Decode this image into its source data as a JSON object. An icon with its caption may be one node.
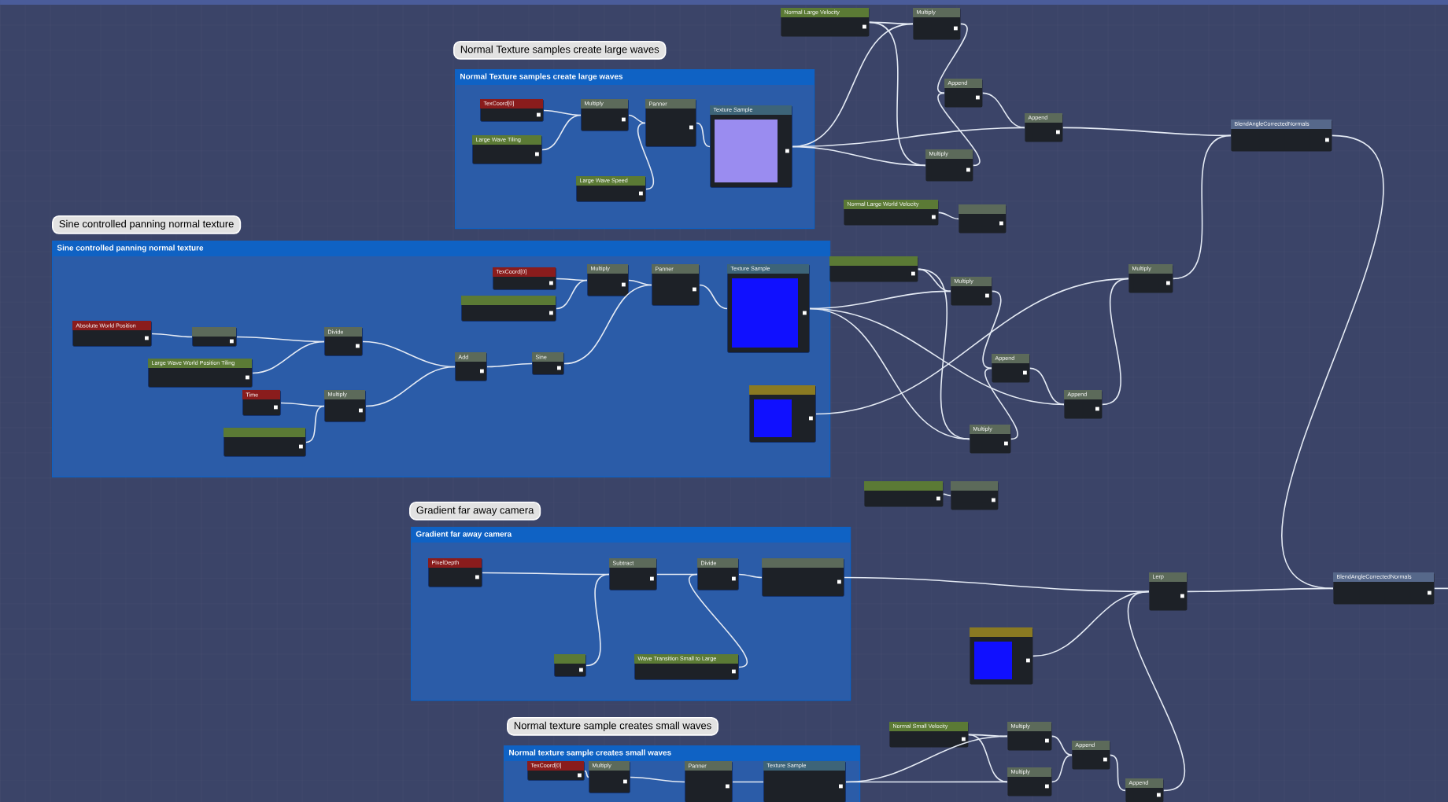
{
  "diagram": {
    "nodes": [
      {
        "text": [
          "Normal Texture samples create large waves",
          "Normal Texture samples create large waves"
        ]
      },
      {
        "text": [
          "TexCoord[0]"
        ],
        "in": 0
      },
      {
        "text": [
          "Multiply"
        ],
        "in": 0
      },
      {
        "text": [
          "Large Wave Tiling"
        ],
        "in": 0
      },
      {
        "text": [
          "Panner"
        ],
        "in": 0
      },
      {
        "text": [
          "Large Wave Speed"
        ],
        "in": 0
      },
      {
        "text": [
          "Texture Sample"
        ],
        "in": 0
      },
      {
        "text": [
          "Normal Large Velocity"
        ]
      },
      {
        "text": [
          "Multiply"
        ]
      },
      {
        "text": [
          "Append"
        ]
      },
      {
        "text": [
          "Multiply"
        ]
      },
      {
        "text": [
          "Append"
        ]
      },
      {
        "text": [
          "BlendAngleCorrectedNormals"
        ]
      },
      {
        "text": [
          "Normal Large World Velocity"
        ]
      },
      {
        "text": [],
        "shape": "box"
      },
      {
        "text": [
          "Sine controlled panning normal texture",
          "Sine controlled panning normal texture"
        ]
      },
      {
        "text": [
          "Absolute World Position"
        ],
        "in": 15
      },
      {
        "text": [],
        "shape": "box",
        "in": 15
      },
      {
        "text": [
          "Divide"
        ],
        "in": 15
      },
      {
        "text": [
          "Large Wave World Position Tiling"
        ],
        "in": 15
      },
      {
        "text": [
          "Time"
        ],
        "in": 15
      },
      {
        "text": [
          "Multiply"
        ],
        "in": 15
      },
      {
        "text": [],
        "shape": "box",
        "in": 15
      },
      {
        "text": [
          "Add"
        ],
        "in": 15
      },
      {
        "text": [
          "Sine"
        ],
        "in": 15
      },
      {
        "text": [
          "TexCoord[0]"
        ],
        "in": 15
      },
      {
        "text": [],
        "shape": "box",
        "in": 15
      },
      {
        "text": [
          "Multiply"
        ],
        "in": 15
      },
      {
        "text": [
          "Panner"
        ],
        "in": 15
      },
      {
        "text": [
          "Texture Sample"
        ],
        "in": 15
      },
      {
        "text": [],
        "shape": "box",
        "in": 15
      },
      {
        "text": [],
        "shape": "box"
      },
      {
        "text": [
          "Multiply"
        ]
      },
      {
        "text": [
          "Append"
        ]
      },
      {
        "text": [
          "Append"
        ]
      },
      {
        "text": [
          "Multiply"
        ]
      },
      {
        "text": [
          "Multiply"
        ]
      },
      {
        "text": [],
        "shape": "box"
      },
      {
        "text": [],
        "shape": "box"
      },
      {
        "text": [
          "Gradient far away camera",
          "Gradient far away camera"
        ]
      },
      {
        "text": [
          "PixelDepth"
        ],
        "in": 39
      },
      {
        "text": [
          "Subtract"
        ],
        "in": 39
      },
      {
        "text": [
          "Divide"
        ],
        "in": 39
      },
      {
        "text": [],
        "shape": "box",
        "in": 39
      },
      {
        "text": [],
        "shape": "box",
        "in": 39
      },
      {
        "text": [
          "Wave Transition Small to Large"
        ],
        "in": 39
      },
      {
        "text": [],
        "shape": "box"
      },
      {
        "text": [
          "Lerp"
        ]
      },
      {
        "text": [
          "BlendAngleCorrectedNormals"
        ]
      },
      {
        "text": [
          "Normal texture sample creates small waves",
          "Normal texture sample creates small waves"
        ]
      },
      {
        "text": [
          "TexCoord[0]"
        ],
        "in": 49
      },
      {
        "text": [
          "Multiply"
        ],
        "in": 49
      },
      {
        "text": [
          "Panner"
        ],
        "in": 49
      },
      {
        "text": [
          "Texture Sample"
        ],
        "in": 49
      },
      {
        "text": [
          "Normal Small Velocity"
        ]
      },
      {
        "text": [
          "Multiply"
        ]
      },
      {
        "text": [
          "Multiply"
        ]
      },
      {
        "text": [
          "Append"
        ]
      },
      {
        "text": [
          "Append"
        ]
      }
    ],
    "edges": [
      {
        "from": 1,
        "to": 2,
        "arrow": "none"
      },
      {
        "from": 3,
        "to": 2,
        "arrow": "none"
      },
      {
        "from": 2,
        "to": 4,
        "arrow": "none"
      },
      {
        "from": 5,
        "to": 4,
        "arrow": "none"
      },
      {
        "from": 4,
        "to": 6,
        "arrow": "none"
      },
      {
        "from": 6,
        "to": 8,
        "arrow": "none"
      },
      {
        "from": 6,
        "to": 11,
        "arrow": "none"
      },
      {
        "from": 6,
        "to": 10,
        "arrow": "none"
      },
      {
        "from": 7,
        "to": 8,
        "arrow": "none"
      },
      {
        "from": 7,
        "to": 10,
        "arrow": "none"
      },
      {
        "from": 8,
        "to": 9,
        "arrow": "none"
      },
      {
        "from": 10,
        "to": 9,
        "arrow": "none"
      },
      {
        "from": 9,
        "to": 11,
        "arrow": "none"
      },
      {
        "from": 11,
        "to": 12,
        "arrow": "none"
      },
      {
        "from": 13,
        "to": 14,
        "arrow": "none"
      },
      {
        "from": 16,
        "to": 17,
        "arrow": "none"
      },
      {
        "from": 17,
        "to": 18,
        "arrow": "none"
      },
      {
        "from": 19,
        "to": 18,
        "arrow": "none"
      },
      {
        "from": 18,
        "to": 23,
        "arrow": "none"
      },
      {
        "from": 20,
        "to": 21,
        "arrow": "none"
      },
      {
        "from": 22,
        "to": 21,
        "arrow": "none"
      },
      {
        "from": 21,
        "to": 23,
        "arrow": "none"
      },
      {
        "from": 23,
        "to": 24,
        "arrow": "none"
      },
      {
        "from": 24,
        "to": 28,
        "arrow": "none"
      },
      {
        "from": 25,
        "to": 27,
        "arrow": "none"
      },
      {
        "from": 26,
        "to": 27,
        "arrow": "none"
      },
      {
        "from": 27,
        "to": 28,
        "arrow": "none"
      },
      {
        "from": 28,
        "to": 29,
        "arrow": "none"
      },
      {
        "from": 29,
        "to": 32,
        "arrow": "none"
      },
      {
        "from": 29,
        "to": 35,
        "arrow": "none"
      },
      {
        "from": 29,
        "to": 34,
        "arrow": "none"
      },
      {
        "from": 30,
        "to": 36,
        "arrow": "none"
      },
      {
        "from": 31,
        "to": 32,
        "arrow": "none"
      },
      {
        "from": 31,
        "to": 35,
        "arrow": "none"
      },
      {
        "from": 32,
        "to": 33,
        "arrow": "none"
      },
      {
        "from": 35,
        "to": 33,
        "arrow": "none"
      },
      {
        "from": 33,
        "to": 34,
        "arrow": "none"
      },
      {
        "from": 34,
        "to": 36,
        "arrow": "none"
      },
      {
        "from": 36,
        "to": 12,
        "arrow": "none"
      },
      {
        "from": 37,
        "to": 38,
        "arrow": "none"
      },
      {
        "from": 40,
        "to": 41,
        "arrow": "none"
      },
      {
        "from": 44,
        "to": 41,
        "arrow": "none"
      },
      {
        "from": 41,
        "to": 42,
        "arrow": "none"
      },
      {
        "from": 45,
        "to": 42,
        "arrow": "none"
      },
      {
        "from": 42,
        "to": 43,
        "arrow": "none"
      },
      {
        "from": 43,
        "to": 47,
        "arrow": "none"
      },
      {
        "from": 46,
        "to": 47,
        "arrow": "none"
      },
      {
        "from": 12,
        "to": 48,
        "arrow": "none"
      },
      {
        "from": 47,
        "to": 48,
        "arrow": "none"
      },
      {
        "from": 48,
        "to": null,
        "arrow": "none"
      },
      {
        "from": 50,
        "to": 51,
        "arrow": "none"
      },
      {
        "from": 51,
        "to": 52,
        "arrow": "none"
      },
      {
        "from": 52,
        "to": 53,
        "arrow": "none"
      },
      {
        "from": 53,
        "to": 55,
        "arrow": "none"
      },
      {
        "from": 53,
        "to": 56,
        "arrow": "none"
      },
      {
        "from": 54,
        "to": 55,
        "arrow": "none"
      },
      {
        "from": 54,
        "to": 56,
        "arrow": "none"
      },
      {
        "from": 55,
        "to": 57,
        "arrow": "none"
      },
      {
        "from": 56,
        "to": 57,
        "arrow": "none"
      },
      {
        "from": 57,
        "to": 58,
        "arrow": "none"
      },
      {
        "from": 58,
        "to": 47,
        "arrow": "none"
      }
    ]
  }
}
